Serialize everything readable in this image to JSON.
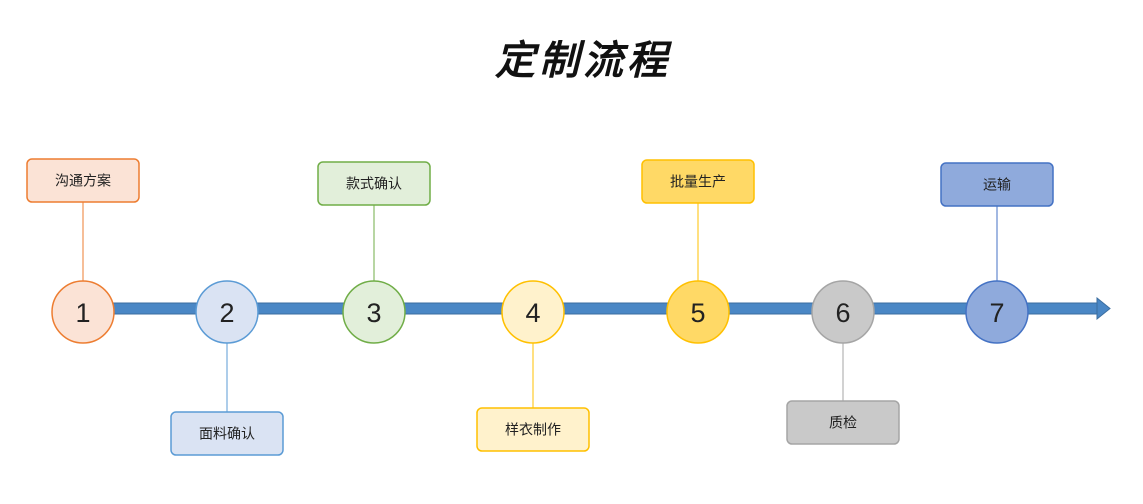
{
  "title": "定制流程",
  "steps": [
    {
      "number": "1",
      "label": "沟通方案",
      "position": "above",
      "fill": "#fbe3d6",
      "stroke": "#ed7d31"
    },
    {
      "number": "2",
      "label": "面料确认",
      "position": "below",
      "fill": "#dae3f3",
      "stroke": "#5b9bd5"
    },
    {
      "number": "3",
      "label": "款式确认",
      "position": "above",
      "fill": "#e2efda",
      "stroke": "#70ad47"
    },
    {
      "number": "4",
      "label": "样衣制作",
      "position": "below",
      "fill": "#fff2cc",
      "stroke": "#ffc000"
    },
    {
      "number": "5",
      "label": "批量生产",
      "position": "above",
      "fill": "#ffd966",
      "stroke": "#ffc000"
    },
    {
      "number": "6",
      "label": "质检",
      "position": "below",
      "fill": "#c9c9c9",
      "stroke": "#a5a5a5"
    },
    {
      "number": "7",
      "label": "运输",
      "position": "above",
      "fill": "#8faadc",
      "stroke": "#4472c4"
    }
  ],
  "colors": {
    "timeline": "#4a87c5",
    "timeline_edge": "#3b6ea0"
  }
}
